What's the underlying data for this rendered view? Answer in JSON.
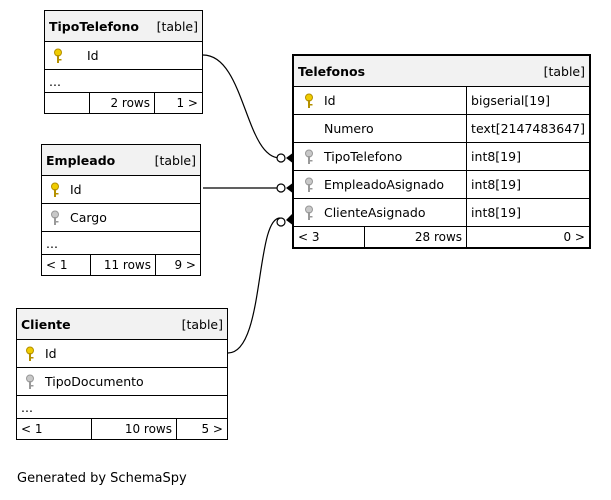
{
  "tables": {
    "tipo_telefono": {
      "name": "TipoTelefono",
      "type": "[table]",
      "columns": [
        "Id"
      ],
      "ellipsis": "...",
      "footer": {
        "left": "",
        "rows": "2 rows",
        "right": "1 >"
      }
    },
    "empleado": {
      "name": "Empleado",
      "type": "[table]",
      "columns": [
        "Id",
        "Cargo"
      ],
      "ellipsis": "...",
      "footer": {
        "left": "< 1",
        "rows": "11 rows",
        "right": "9 >"
      }
    },
    "cliente": {
      "name": "Cliente",
      "type": "[table]",
      "columns": [
        "Id",
        "TipoDocumento"
      ],
      "ellipsis": "...",
      "footer": {
        "left": "< 1",
        "rows": "10 rows",
        "right": "5 >"
      }
    },
    "telefonos": {
      "name": "Telefonos",
      "type": "[table]",
      "columns": [
        {
          "name": "Id",
          "type": "bigserial[19]"
        },
        {
          "name": "Numero",
          "type": "text[2147483647]"
        },
        {
          "name": "TipoTelefono",
          "type": "int8[19]"
        },
        {
          "name": "EmpleadoAsignado",
          "type": "int8[19]"
        },
        {
          "name": "ClienteAsignado",
          "type": "int8[19]"
        }
      ],
      "footer": {
        "left": "< 3",
        "rows": "28 rows",
        "right": "0 >"
      }
    }
  },
  "relationships": [
    {
      "from": "TipoTelefono.Id",
      "to": "Telefonos.TipoTelefono"
    },
    {
      "from": "Empleado.Id",
      "to": "Telefonos.EmpleadoAsignado"
    },
    {
      "from": "Cliente.Id",
      "to": "Telefonos.ClienteAsignado"
    }
  ],
  "icons": {
    "primary_key": "gold-key-icon",
    "foreign_key": "gray-key-icon",
    "pk_color": "#e8c400",
    "fk_color": "#aaaaaa"
  },
  "footer_text": "Generated by SchemaSpy"
}
